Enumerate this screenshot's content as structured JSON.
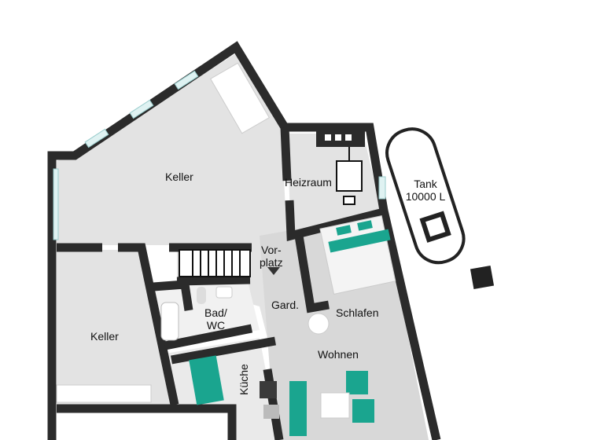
{
  "rooms": {
    "keller_top": "Keller",
    "keller_left": "Keller",
    "heizraum": "Heizraum",
    "vorplatz_1": "Vor-",
    "vorplatz_2": "platz",
    "garderobe": "Gard.",
    "bad_1": "Bad/",
    "bad_2": "WC",
    "schlafen": "Schlafen",
    "wohnen": "Wohnen",
    "kueche": "Küche"
  },
  "tank": {
    "line1": "Tank",
    "line2": "10000 L"
  },
  "colors": {
    "wall": "#2b2b2b",
    "floor": "#e3e3e3",
    "wood": "#d6d6d6",
    "accent": "#1aa58f",
    "window": "#dff2f2"
  }
}
